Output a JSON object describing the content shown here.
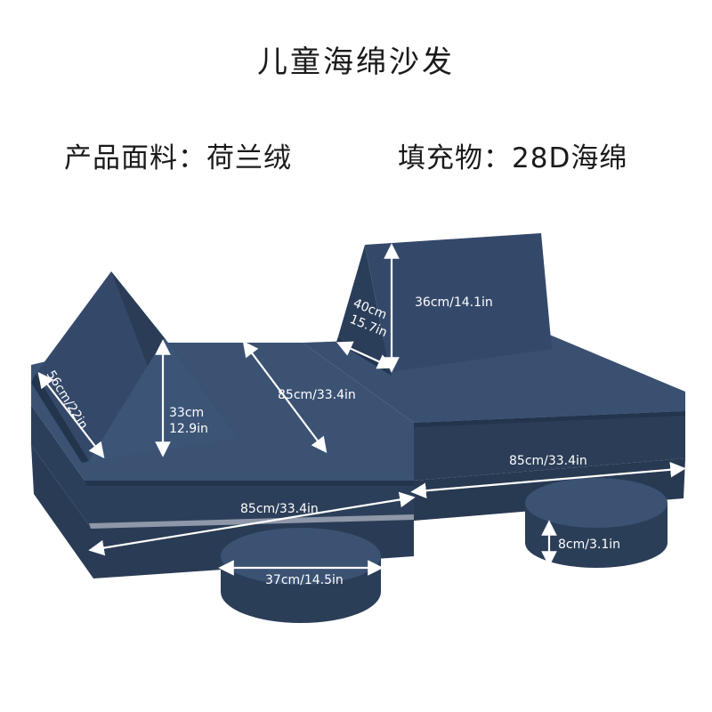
{
  "title": "儿童海绵沙发",
  "specs": {
    "fabric_label": "产品面料：荷兰绒",
    "filling_label": "填充物：28D海绵"
  },
  "dimensions": {
    "left_wedge_length": "56cm/22in",
    "left_wedge_height_cm": "33cm",
    "left_wedge_height_in": "12.9in",
    "left_cushion_length": "85cm/33.4in",
    "right_wedge_side_cm": "40cm",
    "right_wedge_side_in": "15.7in",
    "right_wedge_height": "36cm/14.1in",
    "right_base_width": "85cm/33.4in",
    "front_base_width": "85cm/33.4in",
    "round_cushion_diameter": "37cm/14.5in",
    "round_cushion_height": "8cm/3.1in"
  },
  "colors": {
    "fabric": "#2f4360",
    "fabric_dark": "#23344d",
    "fabric_light": "#3d5475",
    "background": "#ffffff"
  }
}
